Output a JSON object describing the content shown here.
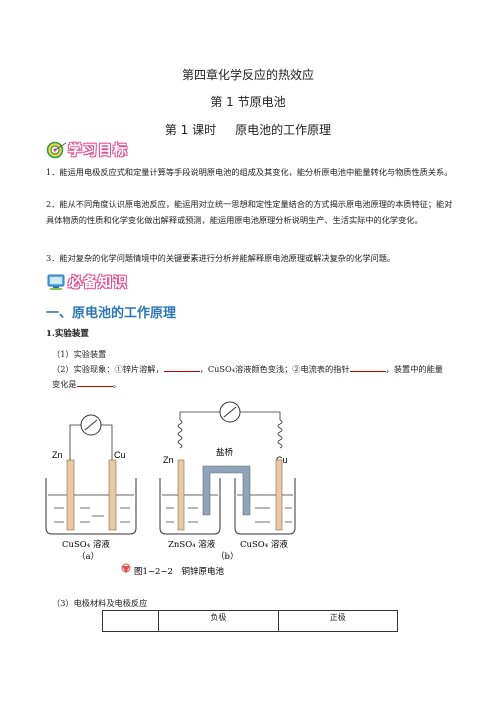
{
  "header": {
    "chapter": "第四章化学反应的热效应",
    "section": "第 1 节原电池",
    "lesson_num": "第 1 课时",
    "lesson_title": "原电池的工作原理"
  },
  "banners": {
    "goals": "学习目标",
    "knowledge": "必备知识"
  },
  "goals": [
    "1．能运用电极反应式和定量计算等手段说明原电池的组成及其变化，能分析原电池中能量转化与物质性质关系。",
    "2．能从不同角度认识原电池反应，能运用对立统一思想和定性定量结合的方式揭示原电池原理的本质特征；能对具体物质的性质和化学变化做出解释或预测，能运用原电池原理分析说明生产、生活实际中的化学变化。",
    "3．能对复杂的化学问题情境中的关键要素进行分析并能解释原电池原理或解决复杂的化学问题。"
  ],
  "section1": {
    "heading": "一、原电池的工作原理",
    "sub": "1.实验装置",
    "item1": "（1）实验装置",
    "item2_a": "（2）实验现象：①锌片溶解，",
    "item2_b": "，CuSO₄溶液颜色变浅；②电流表的指针",
    "item2_c": "，装置中的能量",
    "item2_d": "变化是",
    "item2_e": "。",
    "item3": "（3）电极材料及电极反应"
  },
  "figure": {
    "a_left": "Zn",
    "a_right": "Cu",
    "a_solution": "CuSO₄ 溶液",
    "a_tag": "（a）",
    "b_left": "Zn",
    "b_right": "Cu",
    "b_bridge": "盐桥",
    "b_sol_left": "ZnSO₄ 溶液",
    "b_sol_right": "CuSO₄ 溶液",
    "b_tag": "（b）",
    "caption": "图1−2−2　铜锌原电池"
  },
  "table": {
    "headers": [
      "",
      "负极",
      "正极"
    ]
  },
  "colors": {
    "accent_blue": "#2e75b6",
    "banner_pink": "#e0508f",
    "blank_red": "#c00000",
    "electrode": "#e8c9a4",
    "bridge": "#8fa4b8"
  }
}
